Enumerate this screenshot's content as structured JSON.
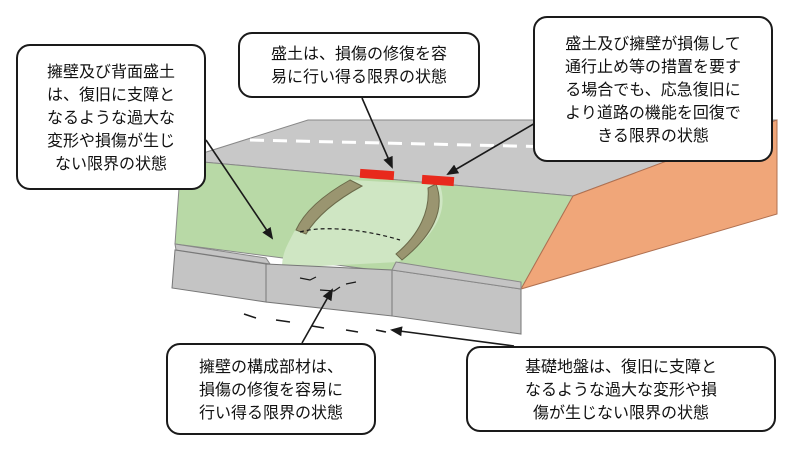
{
  "colors": {
    "road": "#c8c8c8",
    "road_lane_line": "#ffffff",
    "embankment": "#b8d9a6",
    "slope_cut": "#f0a679",
    "retaining_wall": "#c4c4c4",
    "crack": "#9a9570",
    "damage_mark": "#e8291c",
    "outline": "#1a1a1a"
  },
  "callouts": {
    "wall_and_backfill": {
      "lines": [
        "擁壁及び背面盛土",
        "は、復旧に支障と",
        "なるような過大な",
        "変形や損傷が生じ",
        "ない限界の状態"
      ]
    },
    "embankment_repair": {
      "lines": [
        "盛土は、損傷の修復を容",
        "易に行い得る限界の状態"
      ]
    },
    "road_function": {
      "lines": [
        "盛土及び擁壁が損傷して",
        "通行止め等の措置を要す",
        "る場合でも、応急復旧に",
        "より道路の機能を回復で",
        "きる限界の状態"
      ]
    },
    "wall_members": {
      "lines": [
        "擁壁の構成部材は、",
        "損傷の修復を容易に",
        "行い得る限界の状態"
      ]
    },
    "foundation_ground": {
      "lines": [
        "基礎地盤は、復旧に支障と",
        "なるような過大な変形や損",
        "傷が生じない限界の状態"
      ]
    }
  }
}
